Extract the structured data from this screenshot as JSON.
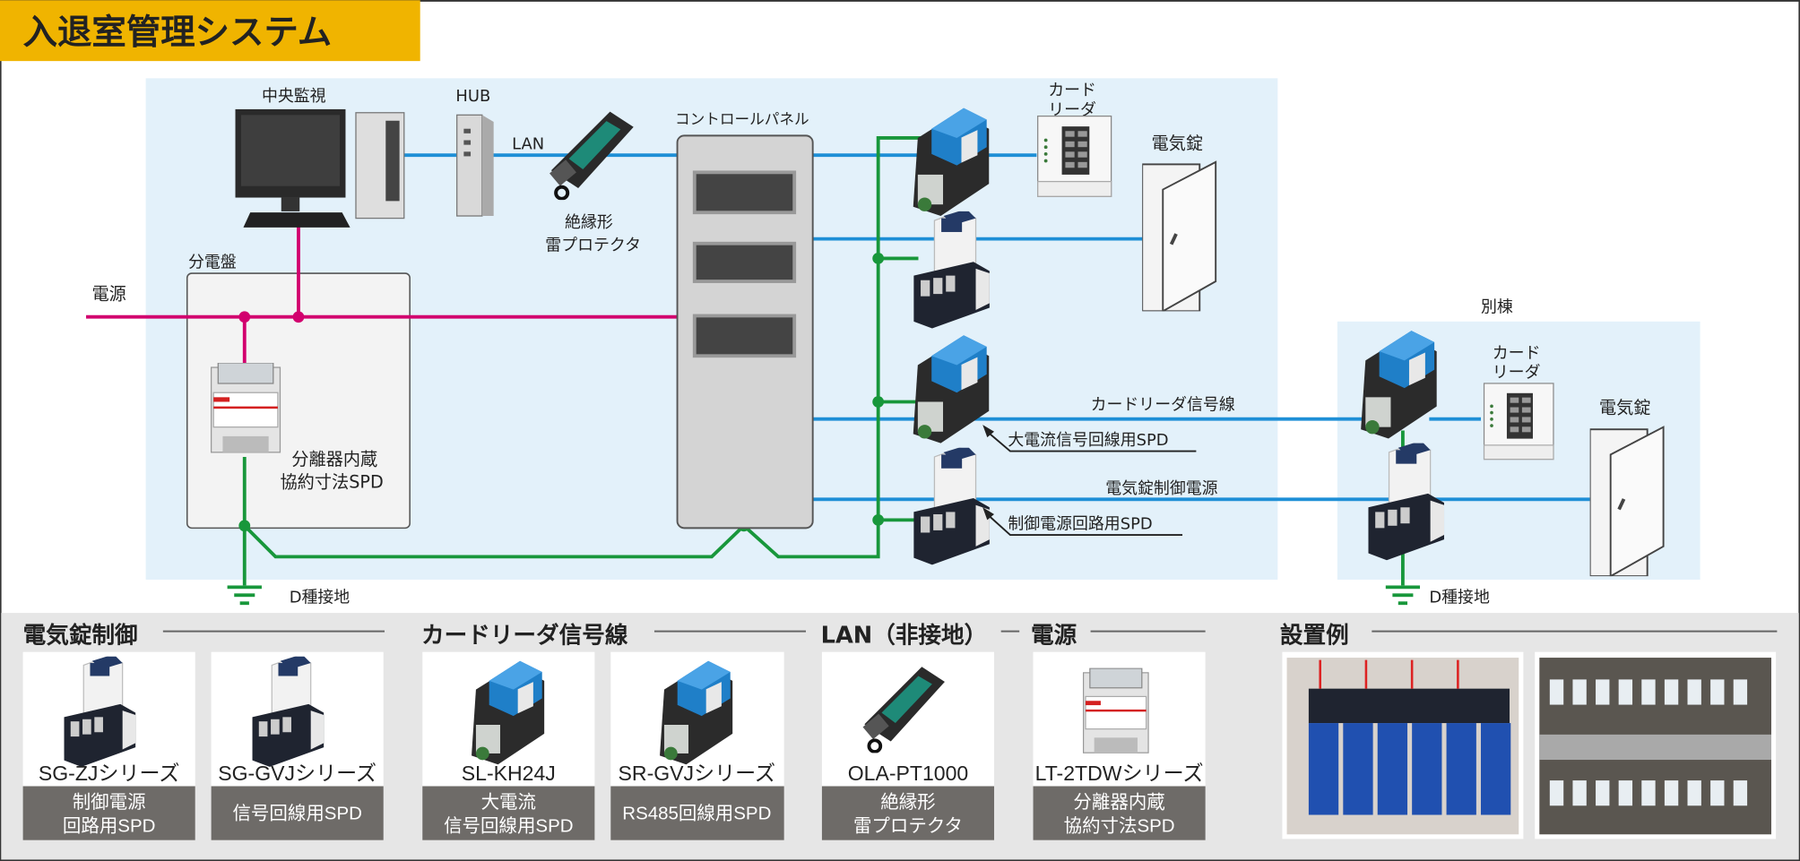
{
  "title": "入退室管理システム",
  "colors": {
    "title_bg": "#f0b400",
    "zone_bg": "#e3f1fa",
    "power_line": "#d2006e",
    "signal_line": "#1e8fd6",
    "ground_line": "#18973b",
    "caption_bg": "#6e6b68",
    "bottom_bg": "#e6e6e6"
  },
  "diagram": {
    "central_monitor": "中央監視",
    "hub": "HUB",
    "lan": "LAN",
    "lan_protector": [
      "絶縁形",
      "雷プロテクタ"
    ],
    "control_panel": "コントロールパネル",
    "card_reader": [
      "カード",
      "リーダ"
    ],
    "electric_lock": "電気錠",
    "power": "電源",
    "distribution_board": "分電盤",
    "breaker_spd": [
      "分離器内蔵",
      "協約寸法SPD"
    ],
    "ground": "D種接地",
    "annex": "別棟",
    "card_reader_signal_line": "カードリーダ信号線",
    "high_current_spd": "大電流信号回線用SPD",
    "lock_control_power": "電気錠制御電源",
    "control_power_spd": "制御電源回路用SPD",
    "annex_card_reader": [
      "カード",
      "リーダ"
    ],
    "annex_electric_lock": "電気錠",
    "annex_ground": "D種接地"
  },
  "sections": [
    {
      "title": "電気錠制御"
    },
    {
      "title": "カードリーダ信号線"
    },
    {
      "title": "LAN（非接地）"
    },
    {
      "title": "電源"
    },
    {
      "title": "設置例"
    }
  ],
  "products": [
    {
      "model": "SG-ZJシリーズ",
      "caption": [
        "制御電源",
        "回路用SPD"
      ]
    },
    {
      "model": "SG-GVJシリーズ",
      "caption": [
        "信号回線用SPD"
      ]
    },
    {
      "model": "SL-KH24J",
      "caption": [
        "大電流",
        "信号回線用SPD"
      ]
    },
    {
      "model": "SR-GVJシリーズ",
      "caption": [
        "RS485回線用SPD"
      ]
    },
    {
      "model": "OLA-PT1000",
      "caption": [
        "絶縁形",
        "雷プロテクタ"
      ]
    },
    {
      "model": "LT-2TDWシリーズ",
      "caption": [
        "分離器内蔵",
        "協約寸法SPD"
      ]
    }
  ]
}
